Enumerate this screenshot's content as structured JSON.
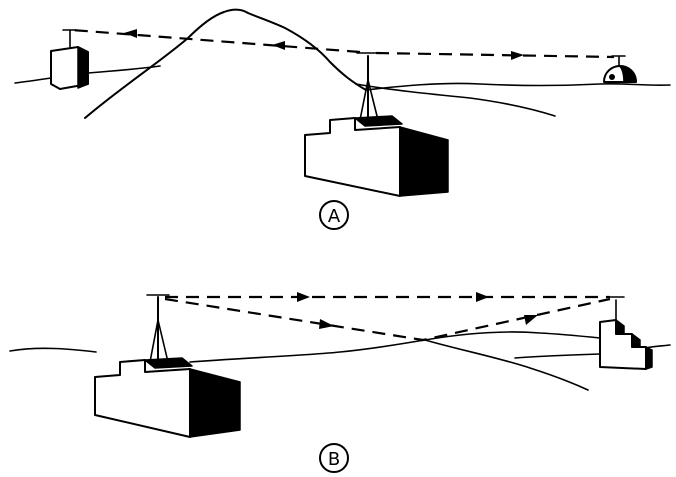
{
  "diagram": {
    "panels": [
      {
        "id": "a",
        "label": "A"
      },
      {
        "id": "b",
        "label": "B"
      }
    ],
    "ink_color": "#000000",
    "background_color": "#ffffff"
  }
}
